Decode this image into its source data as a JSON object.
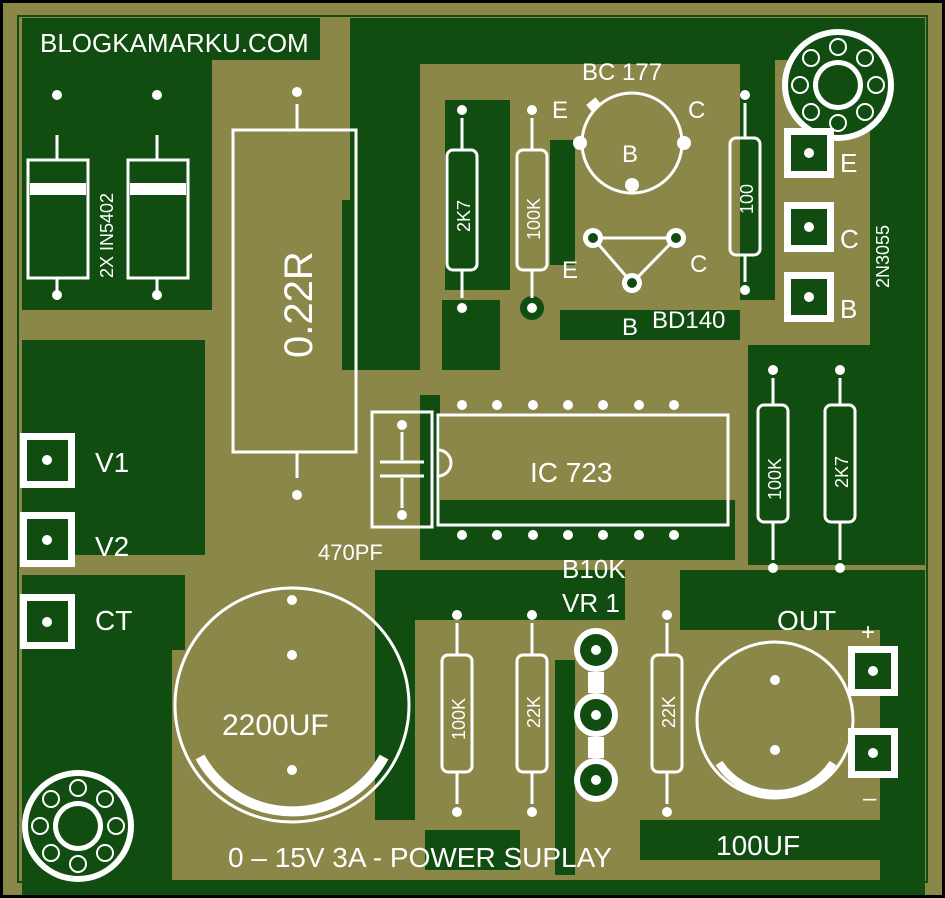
{
  "colors": {
    "copper": "#8a8748",
    "substrate": "#114d11",
    "silkscreen": "#ffffff",
    "drill": "#ffffff",
    "frame": "#000000"
  },
  "board": {
    "site": "BLOGKAMARKU.COM",
    "title": "0 – 15V 3A - POWER SUPLAY"
  },
  "components": {
    "diodes": "2X IN5402",
    "shunt": "0.22R",
    "cap_470pf": "470PF",
    "cap_main": "2200UF",
    "cap_out": "100UF",
    "ic": "IC 723",
    "q1": {
      "name": "BC 177",
      "e": "E",
      "b": "B",
      "c": "C"
    },
    "q2": {
      "name": "BD140",
      "e": "E",
      "b": "B",
      "c": "C"
    },
    "q3": {
      "name": "2N3055",
      "e": "E",
      "c": "C",
      "b": "B"
    },
    "r_2k7_top": "2K7",
    "r_100k_top": "100K",
    "r_100": "100",
    "r_100k_right": "100K",
    "r_2k7_right": "2K7",
    "r_100k_bottom": "100K",
    "r_22k_a": "22K",
    "r_22k_b": "22K",
    "pot_value": "B10K",
    "pot_name": "VR 1"
  },
  "terminals": {
    "v1": "V1",
    "v2": "V2",
    "ct": "CT",
    "out": "OUT",
    "plus": "+",
    "minus": "–"
  }
}
